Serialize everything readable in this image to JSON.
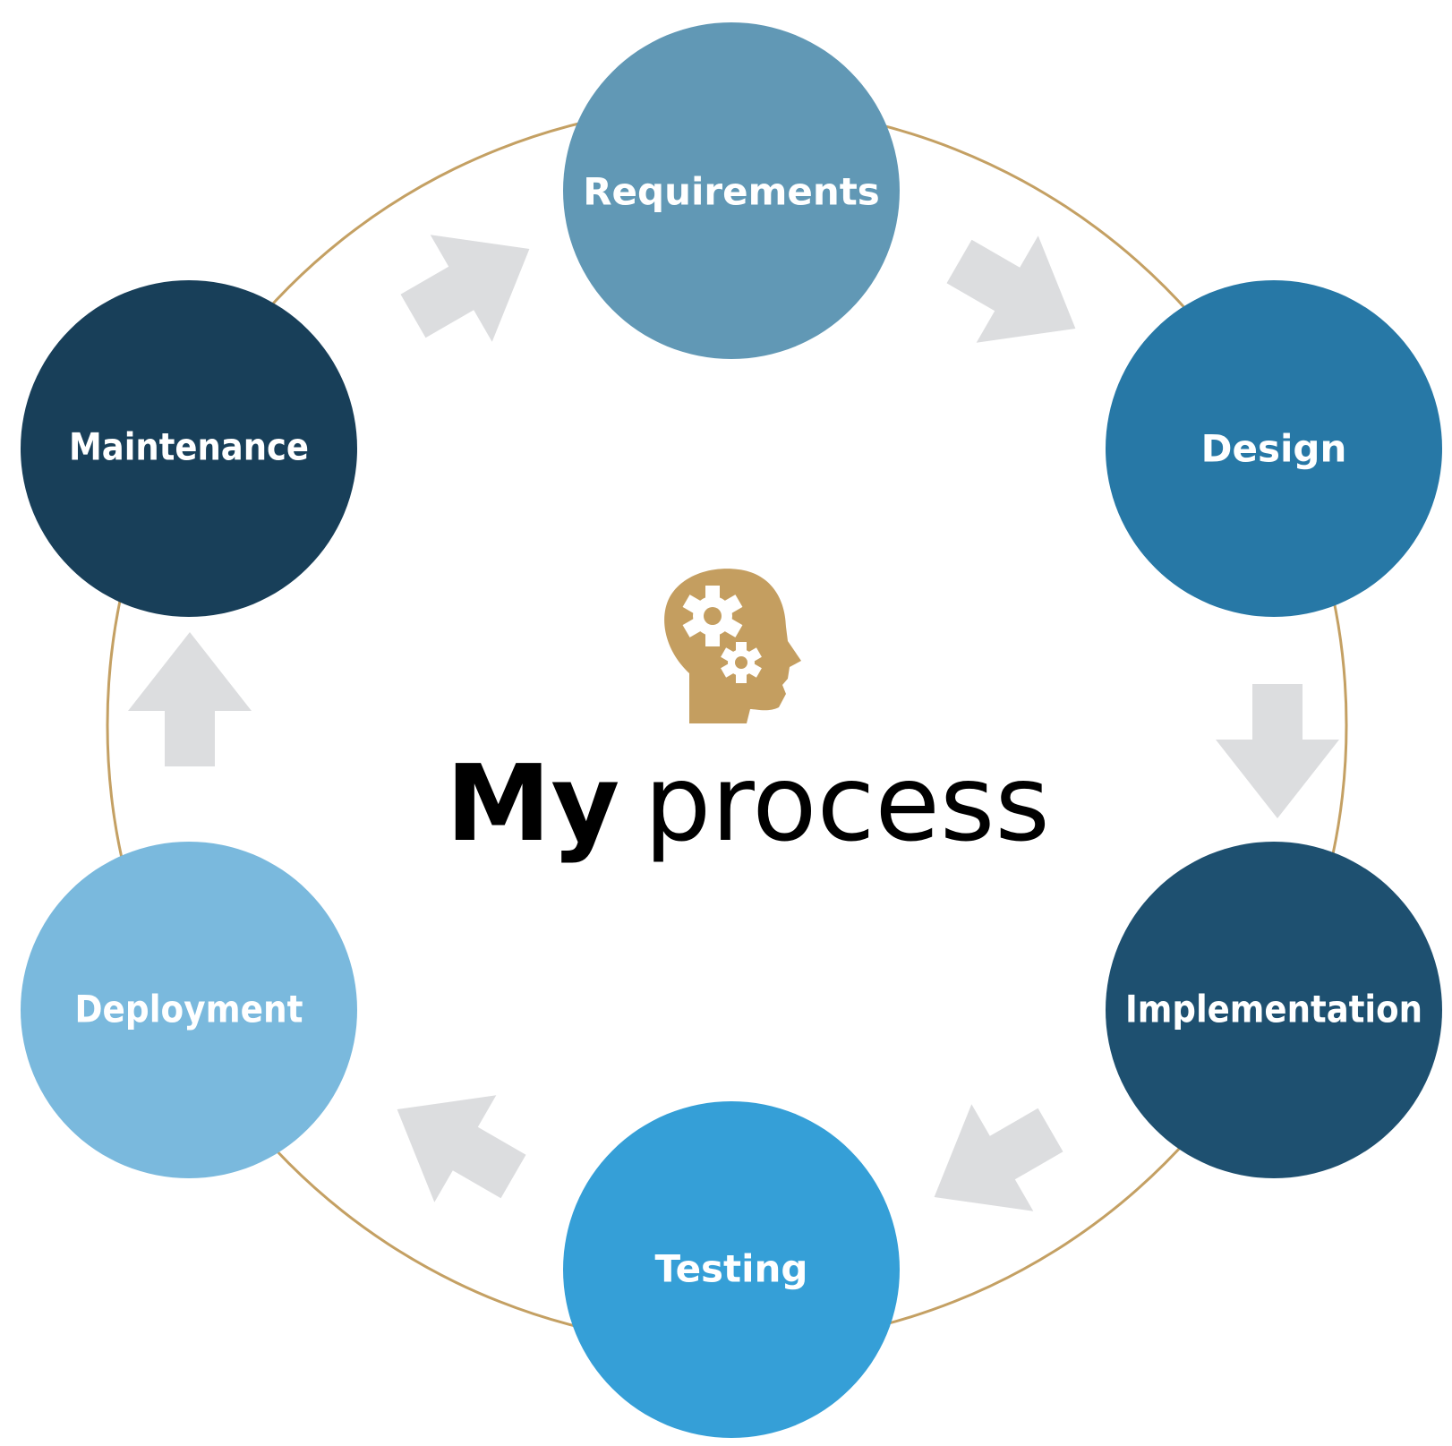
{
  "title": {
    "bold": "My",
    "light": "process"
  },
  "center_icon": "head-with-gears-icon",
  "colors": {
    "ring": "#c4a063",
    "arrow": "#dcdddf",
    "icon": "#c49e60",
    "requirements": "#6198b5",
    "design": "#2778a6",
    "implementation": "#1e5070",
    "testing": "#359fd7",
    "deployment": "#7ab9dd",
    "maintenance": "#183f59"
  },
  "stages": {
    "requirements": "Requirements",
    "design": "Design",
    "implementation": "Implementation",
    "testing": "Testing",
    "deployment": "Deployment",
    "maintenance": "Maintenance"
  },
  "arrow_icon": "arrow-icon"
}
